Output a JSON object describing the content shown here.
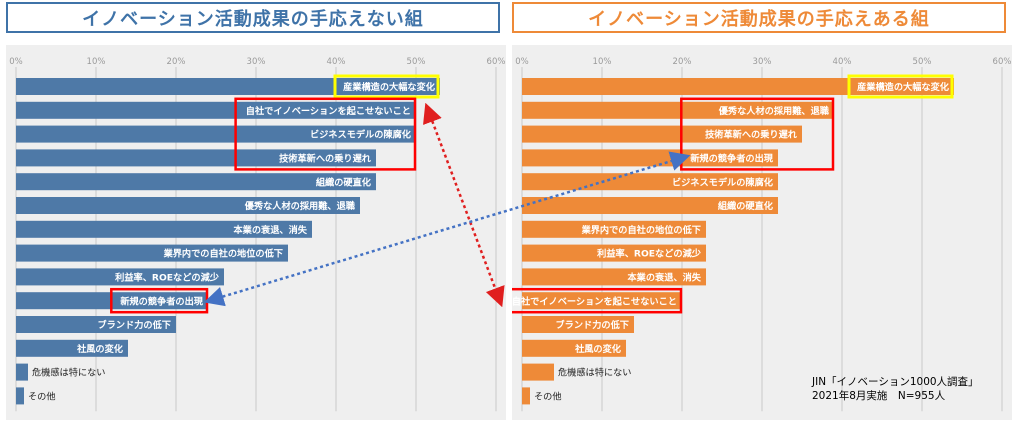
{
  "colors": {
    "left_bar": "#4e79a7",
    "right_bar": "#ee8a38",
    "grid": "#c8c8c8",
    "highlight_yellow": "#ffff00",
    "highlight_red": "#ff0000",
    "arrow_red": "#e01f1f",
    "arrow_blue": "#4472c4"
  },
  "note": {
    "line1": "JIN「イノベーション1000人調査」",
    "line2": "2021年8月実施　N=955人"
  },
  "chart_data": [
    {
      "type": "bar",
      "orientation": "horizontal",
      "title": "イノベーション活動成果の手応えない組",
      "xlim": [
        0,
        60
      ],
      "ticks": [
        "0%",
        "10%",
        "20%",
        "30%",
        "40%",
        "50%",
        "60%"
      ],
      "grid": true,
      "categories": [
        "産業構造の大幅な変化",
        "自社でイノベーションを起こせないこと",
        "ビジネスモデルの陳腐化",
        "技術革新への乗り遅れ",
        "組織の硬直化",
        "優秀な人材の採用難、退職",
        "本業の衰退、消失",
        "業界内での自社の地位の低下",
        "利益率、ROEなどの減少",
        "新規の競争者の出現",
        "ブランド力の低下",
        "社風の変化",
        "危機感は特にない",
        "その他"
      ],
      "values": [
        53,
        50,
        50,
        45,
        45,
        43,
        37,
        34,
        26,
        24,
        20,
        14,
        1.5,
        1
      ],
      "highlight_yellow": [
        0
      ],
      "highlight_red": [
        1,
        2,
        3,
        9
      ]
    },
    {
      "type": "bar",
      "orientation": "horizontal",
      "title": "イノベーション活動成果の手応えある組",
      "xlim": [
        0,
        60
      ],
      "ticks": [
        "0%",
        "10%",
        "20%",
        "30%",
        "40%",
        "50%",
        "60%"
      ],
      "grid": true,
      "categories": [
        "産業構造の大幅な変化",
        "優秀な人材の採用難、退職",
        "技術革新への乗り遅れ",
        "新規の競争者の出現",
        "ビジネスモデルの陳腐化",
        "組織の硬直化",
        "業界内での自社の地位の低下",
        "利益率、ROEなどの減少",
        "本業の衰退、消失",
        "自社でイノベーションを起こせないこと",
        "ブランド力の低下",
        "社風の変化",
        "危機感は特にない",
        "その他"
      ],
      "values": [
        54,
        39,
        35,
        32,
        32,
        32,
        23,
        23,
        23,
        20,
        14,
        13,
        4,
        1
      ],
      "highlight_yellow": [
        0
      ],
      "highlight_red": [
        1,
        2,
        3,
        9
      ]
    }
  ]
}
